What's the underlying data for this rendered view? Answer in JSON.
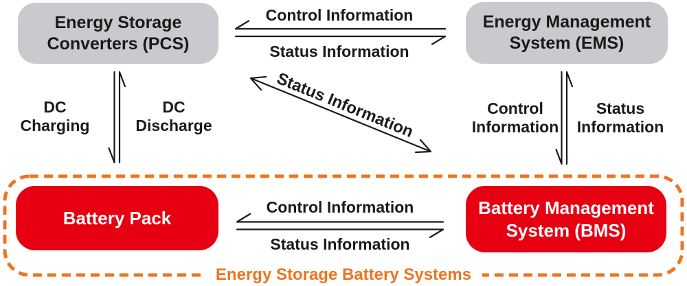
{
  "colors": {
    "node_gray": "#c9c9ce",
    "node_red": "#e60012",
    "accent_orange": "#ee7420",
    "text_dark": "#1a1a1a",
    "node_text_light": "#ffffff"
  },
  "nodes": {
    "pcs": {
      "label": "Energy Storage\nConverters (PCS)"
    },
    "ems": {
      "label": "Energy Management\nSystem (EMS)"
    },
    "battery_pack": {
      "label": "Battery Pack"
    },
    "bms": {
      "label": "Battery Management\nSystem (BMS)"
    }
  },
  "edges": {
    "pcs_ems": {
      "control": "Control Information",
      "status": "Status Information"
    },
    "pcs_battery": {
      "charging": "DC\nCharging",
      "discharge": "DC\nDischarge"
    },
    "ems_bms": {
      "control": "Control\nInformation",
      "status": "Status\nInformation"
    },
    "bms_pcs_diagonal": {
      "status": "Status Information"
    },
    "battery_bms": {
      "control": "Control Information",
      "status": "Status Information"
    }
  },
  "group": {
    "caption": "Energy Storage Battery Systems"
  }
}
